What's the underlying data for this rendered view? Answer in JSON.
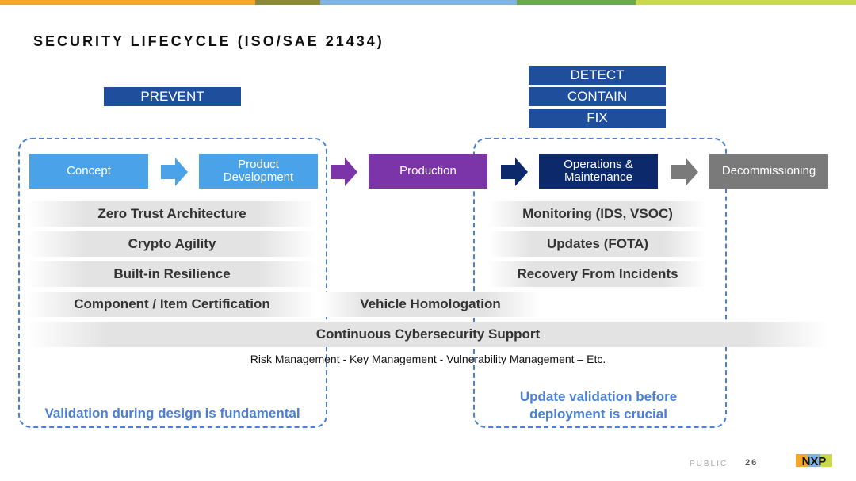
{
  "title": "SECURITY LIFECYCLE (ISO/SAE 21434)",
  "phases": {
    "prevent": "PREVENT",
    "detect": "DETECT",
    "contain": "CONTAIN",
    "fix": "FIX"
  },
  "stages": [
    {
      "label": "Concept",
      "color": "#4aa3e8"
    },
    {
      "label": "Product Development",
      "color": "#4aa3e8"
    },
    {
      "label": "Production",
      "color": "#7b35a8"
    },
    {
      "label": "Operations & Maintenance",
      "color": "#0c2a6b"
    },
    {
      "label": "Decommissioning",
      "color": "#7a7a7a"
    }
  ],
  "left_items": [
    "Zero Trust Architecture",
    "Crypto Agility",
    "Built-in Resilience",
    "Component / Item Certification"
  ],
  "right_items": [
    "Monitoring (IDS, VSOC)",
    "Updates (FOTA)",
    "Recovery From Incidents"
  ],
  "vehicle_homologation": "Vehicle Homologation",
  "continuous_support": "Continuous Cybersecurity Support",
  "management_line": "Risk Management - Key Management - Vulnerability Management – Etc.",
  "left_note": "Validation during design is fundamental",
  "right_note": "Update validation before deployment is crucial",
  "footer": {
    "classification": "PUBLIC",
    "page": "26",
    "logo": "NXP"
  },
  "colors": {
    "accent_blue": "#1f4e9c",
    "dashed_border": "#4a7fd6"
  }
}
